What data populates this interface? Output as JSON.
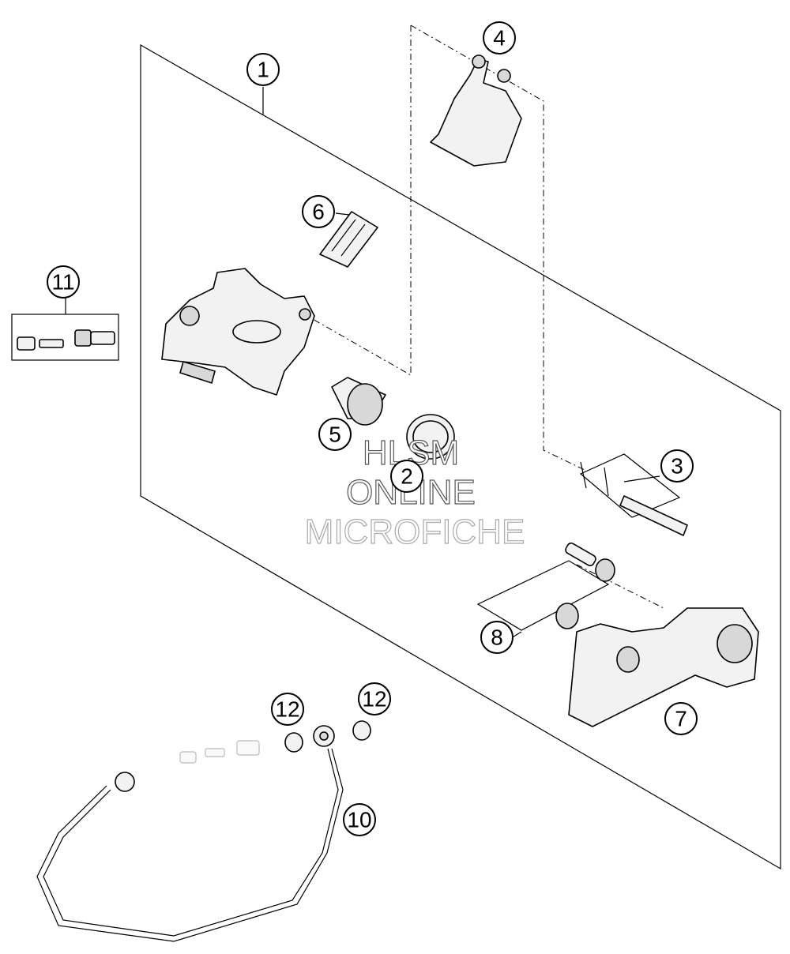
{
  "diagram": {
    "callouts": [
      {
        "id": "c1",
        "number": "1"
      },
      {
        "id": "c2",
        "number": "2"
      },
      {
        "id": "c3",
        "number": "3"
      },
      {
        "id": "c4",
        "number": "4"
      },
      {
        "id": "c5",
        "number": "5"
      },
      {
        "id": "c6",
        "number": "6"
      },
      {
        "id": "c7",
        "number": "7"
      },
      {
        "id": "c8",
        "number": "8"
      },
      {
        "id": "c10",
        "number": "10"
      },
      {
        "id": "c11",
        "number": "11"
      },
      {
        "id": "c12a",
        "number": "12"
      },
      {
        "id": "c12b",
        "number": "12"
      }
    ],
    "watermark": {
      "line1": "HLSM",
      "line2": "ONLINE",
      "line3": "MICROFICHE"
    }
  }
}
